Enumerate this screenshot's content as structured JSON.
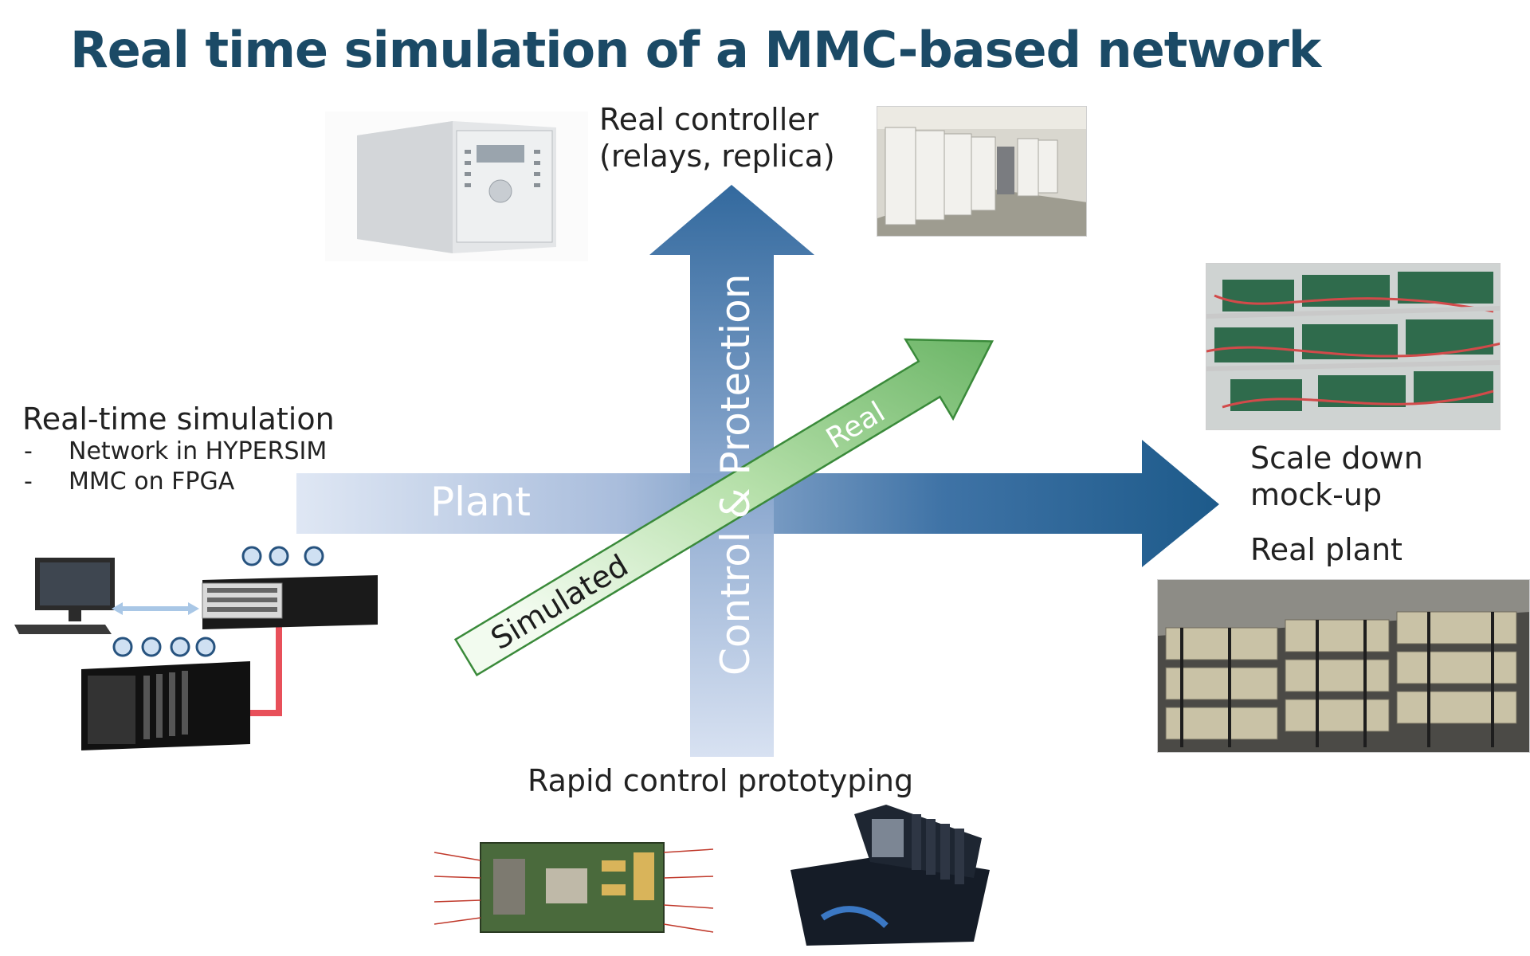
{
  "title": "Real time simulation of a MMC-based network",
  "top": {
    "line1": "Real controller",
    "line2": "(relays, replica)"
  },
  "left": {
    "heading": "Real-time simulation",
    "items": [
      "Network in  HYPERSIM",
      "MMC on FPGA"
    ],
    "bullet": "-"
  },
  "right": {
    "mockup_line1": "Scale down",
    "mockup_line2": "mock-up",
    "real_plant": "Real plant"
  },
  "bottom": {
    "label": "Rapid control prototyping"
  },
  "arrows": {
    "horizontal": "Plant",
    "vertical": "Control & Protection",
    "diagonal_start": "Simulated",
    "diagonal_end": "Real"
  },
  "colors": {
    "title": "#1b4a66",
    "blue_arrow": "#1d5a8a",
    "green_arrow": "#3c9a3c",
    "link_red": "#e8505a"
  },
  "icons": {
    "relay": "protection-relay-device-photo",
    "control_room": "control-room-cabinets-photo",
    "mockup": "scale-mockup-boards-photo",
    "plant": "real-plant-valve-hall-photo",
    "sim_rack": "real-time-simulator-rack-illustration",
    "fpga": "fpga-board-photo",
    "rcp": "rapid-prototyping-unit-photo"
  }
}
